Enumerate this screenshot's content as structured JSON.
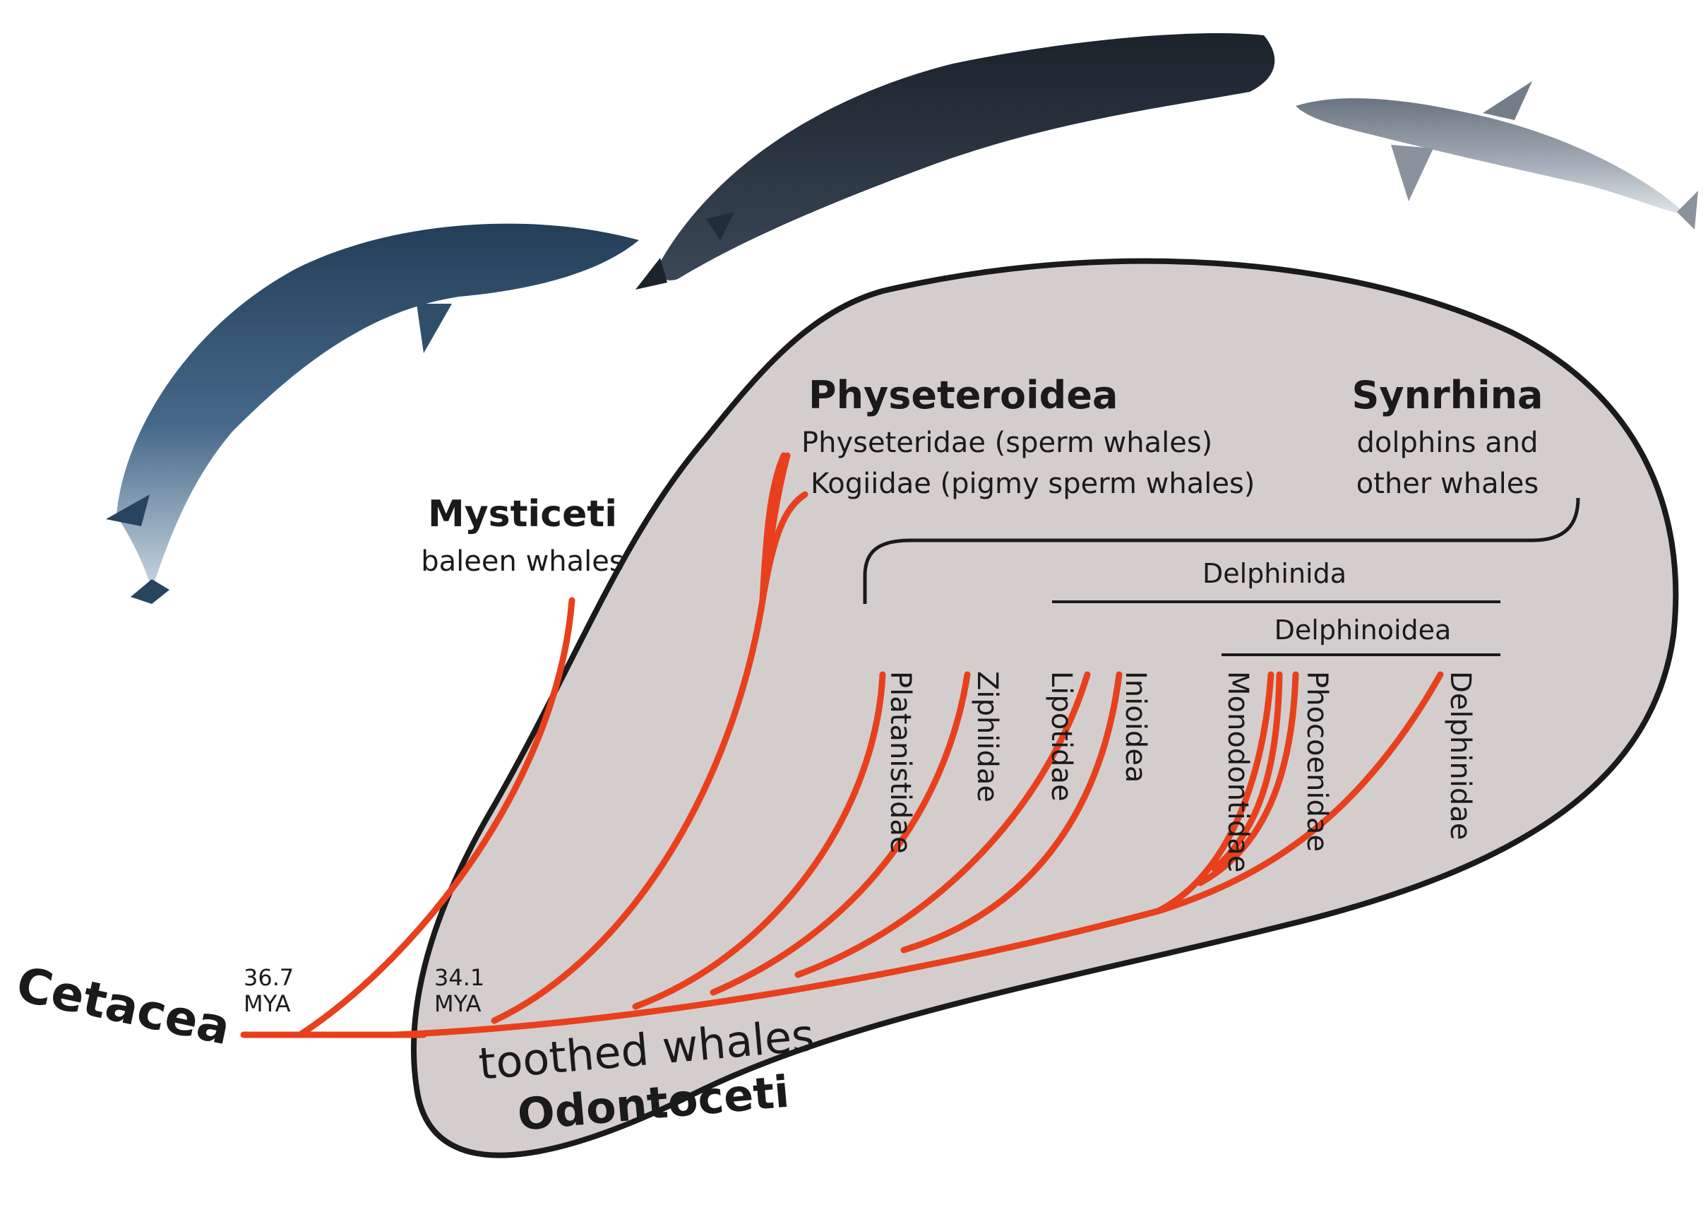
{
  "diagram": {
    "root": {
      "label": "Cetacea",
      "divergence_top": "36.7",
      "divergence_unit": "MYA"
    },
    "mysticeti": {
      "title": "Mysticeti",
      "subtitle": "baleen whales"
    },
    "odontoceti": {
      "subtitle": "toothed whales",
      "title": "Odontoceti",
      "divergence_top": "34.1",
      "divergence_unit": "MYA"
    },
    "physeteroidea": {
      "title": "Physeteroidea",
      "families": [
        "Physeteridae (sperm whales)",
        "Kogiidae (pigmy sperm whales)"
      ]
    },
    "synrhina": {
      "title": "Synrhina",
      "subtitle_line1": "dolphins and",
      "subtitle_line2": "other whales"
    },
    "delphinida": {
      "label": "Delphinida"
    },
    "delphinoidea": {
      "label": "Delphinoidea"
    },
    "families": [
      "Platanistidae",
      "Ziphiidae",
      "Lipotidae",
      "Inioidea",
      "Monodontidae",
      "Phocoenidae",
      "Delphinidae"
    ],
    "whales": [
      "baleen-whale-illustration",
      "sperm-whale-illustration",
      "dolphin-illustration"
    ],
    "colors": {
      "branch": "#e8401c",
      "blob_fill": "#d3cecd",
      "blob_stroke": "#1a1a1a",
      "text": "#1a1a1a"
    }
  }
}
